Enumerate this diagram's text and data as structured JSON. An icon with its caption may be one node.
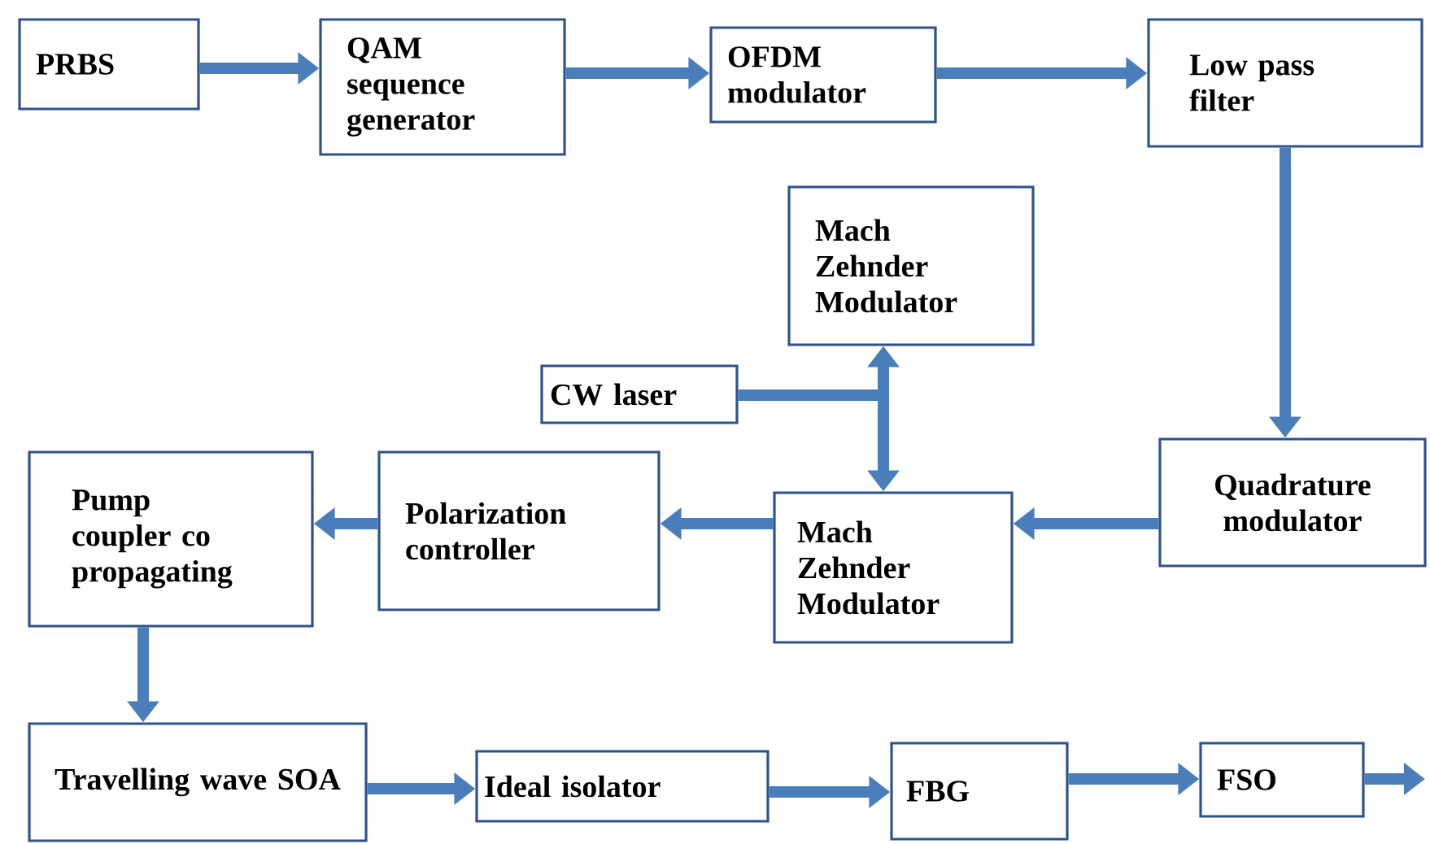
{
  "diagram": {
    "nodes": [
      {
        "text": [
          "PRBS"
        ]
      },
      {
        "text": [
          "QAM sequence generator"
        ]
      },
      {
        "text": [
          "OFDM modulator"
        ]
      },
      {
        "text": [
          "Low pass filter"
        ]
      },
      {
        "text": [
          "Mach Zehnder Modulator"
        ]
      },
      {
        "text": [
          "CW laser"
        ]
      },
      {
        "text": [
          "Pump coupler co propagating"
        ]
      },
      {
        "text": [
          "Polarization controller"
        ]
      },
      {
        "text": [
          "Mach Zehnder Modulator"
        ]
      },
      {
        "text": [
          "Quadrature modulator"
        ]
      },
      {
        "text": [
          "Travelling wave SOA"
        ]
      },
      {
        "text": [
          "Ideal isolator"
        ]
      },
      {
        "text": [
          "FBG"
        ]
      },
      {
        "text": [
          "FSO"
        ]
      }
    ],
    "edges": [
      {
        "from": 0,
        "to": 1,
        "arrow": "to"
      },
      {
        "from": 1,
        "to": 2,
        "arrow": "to"
      },
      {
        "from": 2,
        "to": 3,
        "arrow": "to"
      },
      {
        "from": 3,
        "to": 9,
        "arrow": "to"
      },
      {
        "from": 9,
        "to": 8,
        "arrow": "to"
      },
      {
        "from": 8,
        "to": 7,
        "arrow": "to"
      },
      {
        "from": 7,
        "to": 6,
        "arrow": "to"
      },
      {
        "from": 6,
        "to": 10,
        "arrow": "to"
      },
      {
        "from": 10,
        "to": 11,
        "arrow": "to"
      },
      {
        "from": 11,
        "to": 12,
        "arrow": "to"
      },
      {
        "from": 12,
        "to": 13,
        "arrow": "to"
      },
      {
        "from": 13,
        "to": null,
        "arrow": "to"
      },
      {
        "from": 5,
        "to": 4,
        "arrow": "to"
      },
      {
        "from": 5,
        "to": 8,
        "arrow": "to"
      }
    ]
  }
}
